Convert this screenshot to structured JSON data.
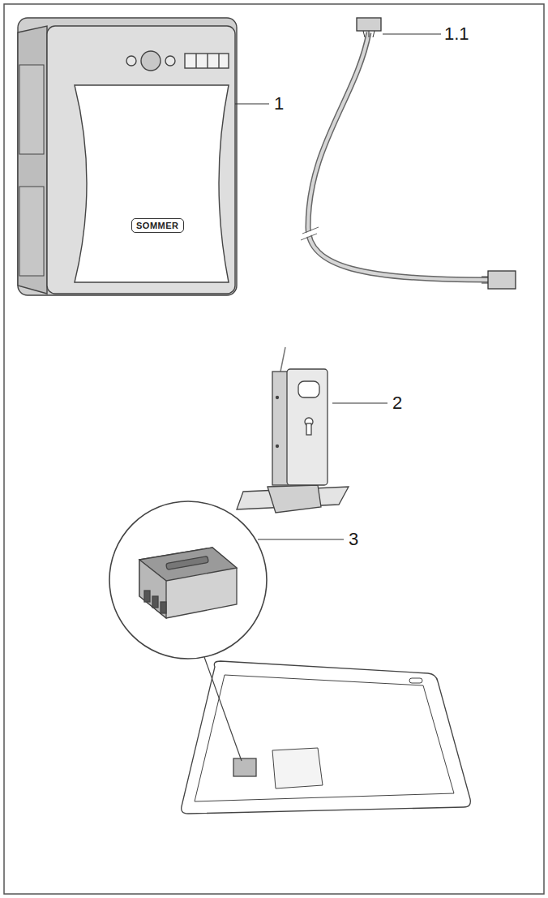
{
  "diagram": {
    "labels": [
      "1",
      "1.1",
      "2",
      "3",
      "SOMMER"
    ]
  }
}
